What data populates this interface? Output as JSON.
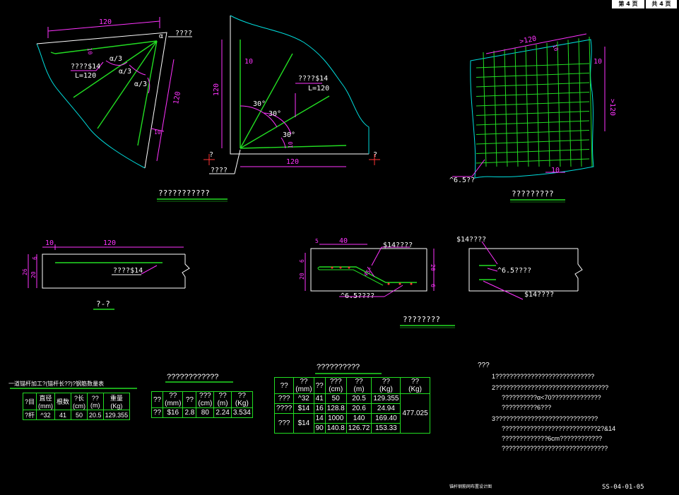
{
  "sheet": {
    "page_label": "第 4 页",
    "total_label": "共 4 页",
    "drawing_title": "锚杆钢筋网布置设计图",
    "drawing_no": "SS-04-01-05"
  },
  "colors": {
    "outline": "#ffffff",
    "rebar": "#22dd22",
    "dimension": "#ff33ff",
    "section": "#22bbee",
    "ground": "#00dddd",
    "marker": "#ff3333"
  },
  "view1": {
    "dim_top": "120",
    "dim_side": "120",
    "gap_top": "10",
    "gap_bottom": "10",
    "angle_a": "α",
    "a3_1": "α/3",
    "a3_2": "α/3",
    "a3_3": "α/3",
    "tag_right": "????",
    "rebar_label": "????$14",
    "length_label": "L=120"
  },
  "view2": {
    "dim_left": "120",
    "dim_bottom": "120",
    "gap_top": "10",
    "gap_bottom": "10",
    "angle1": "30°",
    "angle2": "30°",
    "angle3": "30°",
    "rebar_label": "????$14",
    "length_label": "L=120",
    "mark_left": "?",
    "mark_right": "?",
    "tag_bottom": "????"
  },
  "caption1": "???????????",
  "view3": {
    "dim_top": ">120",
    "dim_right": ">120",
    "spacing_top": "10",
    "spacing_right": "10",
    "spacing_bottom": "10",
    "mesh_label": "^6.5??"
  },
  "caption2": "?????????",
  "section1": {
    "dim_left": "10",
    "dim_top": "120",
    "dim_h1": "6",
    "dim_h2": "20",
    "dim_h3": "26",
    "rebar_label": "????$14",
    "caption": "?-?"
  },
  "section2": {
    "dim_5": "5",
    "dim_40": "40",
    "dim_6a": "6",
    "dim_20a": "20",
    "dim_20b": "20",
    "dim_6b": "6",
    "angle": "45°",
    "rebar_top": "$14????",
    "rebar_bottom": "^6.5????"
  },
  "section3": {
    "label1": "$14????",
    "label2": "^6.5????",
    "label3": "$14????"
  },
  "caption3": "????????",
  "table1": {
    "title": "一道锚杆加工?(锚杆长??)?钢筋数量表",
    "head": [
      "?目",
      "直径\n(mm)",
      "根数",
      "?长\n(cm)",
      "??\n(m)",
      "重量\n(Kg)"
    ],
    "row": [
      "?杆",
      "^32",
      "41",
      "50",
      "20.5",
      "129.355"
    ]
  },
  "table2": {
    "title": "????????????",
    "head": [
      "??",
      "??\n(mm)",
      "??",
      "???\n(cm)",
      "??\n(m)",
      "??\n(Kg)"
    ],
    "row": [
      "??",
      "$16",
      "2.8",
      "80",
      "2.24",
      "3.534"
    ]
  },
  "table3": {
    "title": "??????????",
    "head": [
      "??",
      "??\n(mm)",
      "??",
      "???\n(cm)",
      "??\n(m)",
      "??\n(Kg)",
      "??\n(Kg)"
    ],
    "rows": [
      [
        "???",
        "^32",
        "41",
        "50",
        "20.5",
        "129.355"
      ],
      [
        "????",
        "$14",
        "16",
        "128.8",
        "20.6",
        "24.94"
      ],
      [
        "???",
        "$14",
        "14",
        "1000",
        "140",
        "169.40"
      ],
      [
        "",
        "",
        "90",
        "140.8",
        "126.72",
        "153.33"
      ]
    ],
    "total": "477.025"
  },
  "notes": {
    "title": "???",
    "lines": [
      "1????????????????????????????",
      "2????????????????????????????????",
      "??????????α<70??????????????",
      "??????????6???",
      "3?????????????????????????????",
      "???????????????????????????2?&14",
      "?????????????6cm????????????",
      "??????????????????????????????"
    ]
  }
}
